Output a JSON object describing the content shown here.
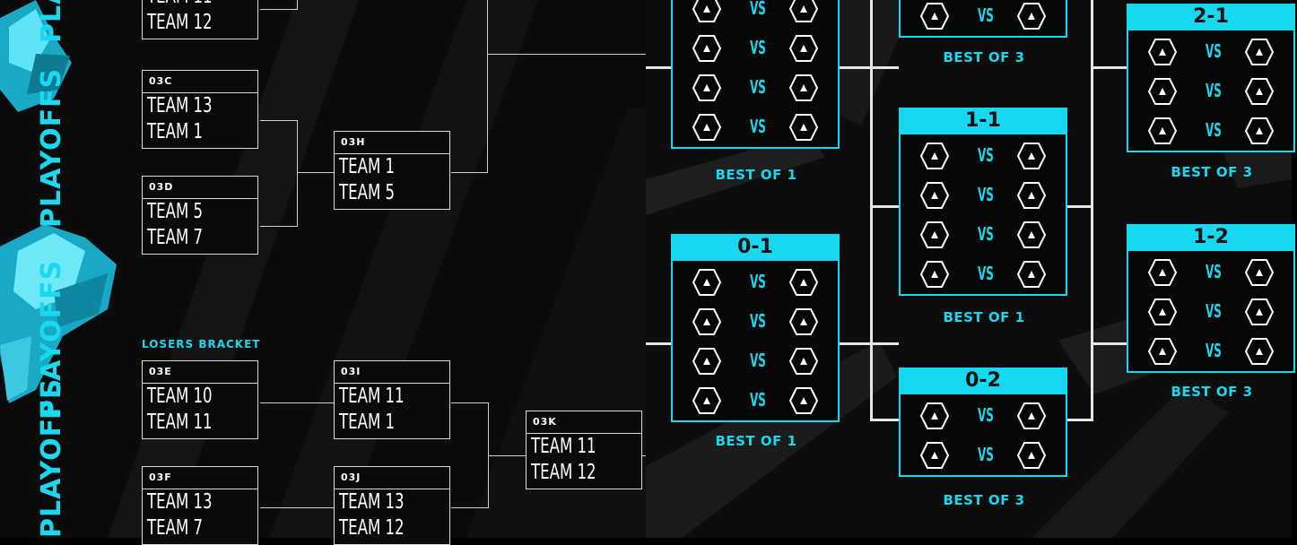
{
  "left": {
    "side_text": [
      "PLAYOFFS",
      "PLAYOFFS",
      "PLAYOFFS",
      "PLA"
    ],
    "losers_bracket_label": "LOSERS BRACKET",
    "matches": [
      {
        "code": "",
        "teams": [
          "TEAM 11",
          "TEAM 12"
        ]
      },
      {
        "code": "03C",
        "teams": [
          "TEAM 13",
          "TEAM 1"
        ]
      },
      {
        "code": "03D",
        "teams": [
          "TEAM 5",
          "TEAM 7"
        ]
      },
      {
        "code": "03H",
        "teams": [
          "TEAM 1",
          "TEAM 5"
        ]
      },
      {
        "code": "03E",
        "teams": [
          "TEAM 10",
          "TEAM 11"
        ]
      },
      {
        "code": "03F",
        "teams": [
          "TEAM 13",
          "TEAM 7"
        ]
      },
      {
        "code": "03I",
        "teams": [
          "TEAM 11",
          "TEAM 1"
        ]
      },
      {
        "code": "03J",
        "teams": [
          "TEAM 13",
          "TEAM 12"
        ]
      },
      {
        "code": "03K",
        "teams": [
          "TEAM 11",
          "TEAM 12"
        ]
      }
    ]
  },
  "right": {
    "vs_label": "VS",
    "groups": [
      {
        "title": "",
        "best_of": "BEST OF 1"
      },
      {
        "title": "",
        "best_of": "BEST OF 3"
      },
      {
        "title": "1-1",
        "best_of": "BEST OF 1"
      },
      {
        "title": "0-1",
        "best_of": "BEST OF 1"
      },
      {
        "title": "0-2",
        "best_of": "BEST OF 3"
      },
      {
        "title": "2-1",
        "best_of": "BEST OF 3"
      },
      {
        "title": "1-2",
        "best_of": "BEST OF 3"
      }
    ]
  },
  "colors": {
    "accent": "#18d8f0",
    "line": "#d9d9d9",
    "background": "#0b0b0b"
  },
  "icons": {
    "team_slot": "hexagon-triangle-icon",
    "decoration": "crystal-icon"
  }
}
